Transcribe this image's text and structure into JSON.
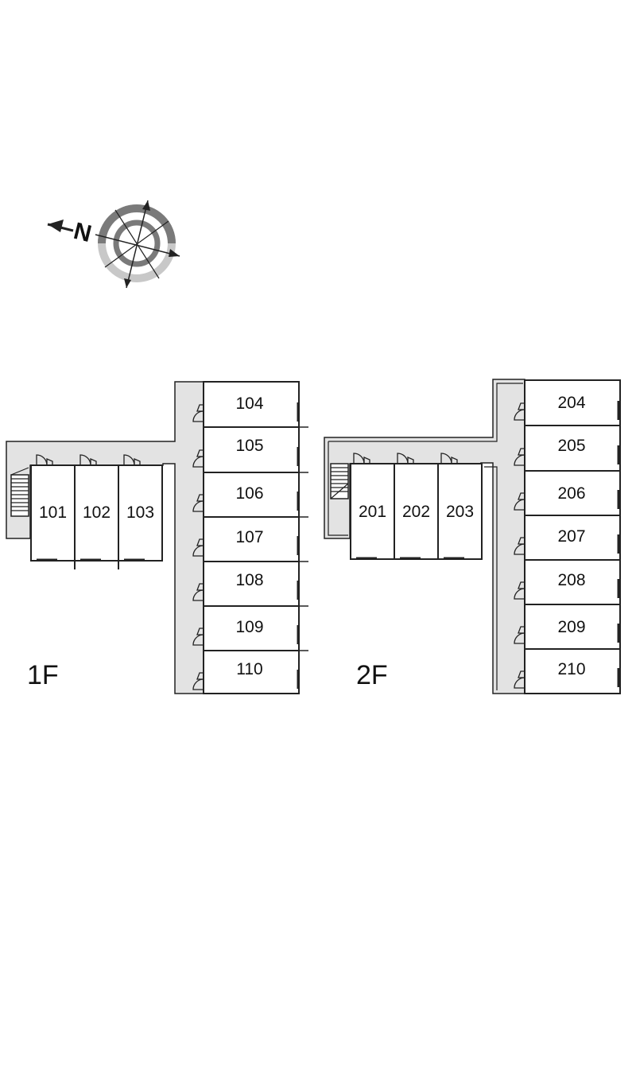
{
  "compass": {
    "north_letter": "N",
    "icon": "compass-rose-icon"
  },
  "floors": [
    {
      "label": "1F",
      "rooms_row": [
        "101",
        "102",
        "103"
      ],
      "rooms_column": [
        "104",
        "105",
        "106",
        "107",
        "108",
        "109",
        "110"
      ]
    },
    {
      "label": "2F",
      "rooms_row": [
        "201",
        "202",
        "203"
      ],
      "rooms_column": [
        "204",
        "205",
        "206",
        "207",
        "208",
        "209",
        "210"
      ]
    }
  ],
  "colors": {
    "corridor": "#e3e3e3",
    "line": "#222222",
    "compass_dark": "#7a7a7a",
    "compass_light": "#c8c8c8"
  }
}
